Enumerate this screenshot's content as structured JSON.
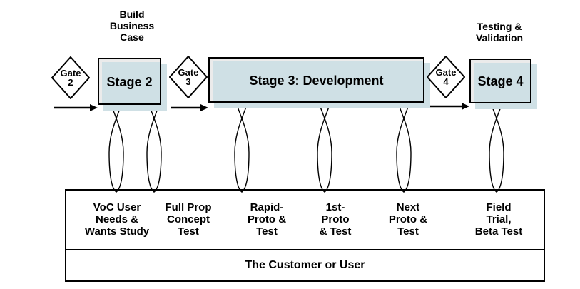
{
  "phase_labels": {
    "build_business_case": "Build\nBusiness\nCase",
    "testing_validation": "Testing &\nValidation"
  },
  "gates": [
    {
      "name": "Gate",
      "number": "2"
    },
    {
      "name": "Gate",
      "number": "3"
    },
    {
      "name": "Gate",
      "number": "4"
    }
  ],
  "stages": [
    {
      "label": "Stage 2"
    },
    {
      "label": "Stage 3: Development"
    },
    {
      "label": "Stage 4"
    }
  ],
  "customer_activities": [
    {
      "label": "VoC User\nNeeds &\nWants Study"
    },
    {
      "label": "Full Prop\nConcept\nTest"
    },
    {
      "label": "Rapid-\nProto &\nTest"
    },
    {
      "label": "1st-\nProto\n& Test"
    },
    {
      "label": "Next\nProto &\nTest"
    },
    {
      "label": "Field\nTrial,\nBeta Test"
    }
  ],
  "customer_band": {
    "label": "The Customer or User"
  },
  "colors": {
    "stage_fill": "#cfe0e5",
    "stage_top_strip": "#ebebeb",
    "line": "#000000",
    "background": "#ffffff"
  }
}
